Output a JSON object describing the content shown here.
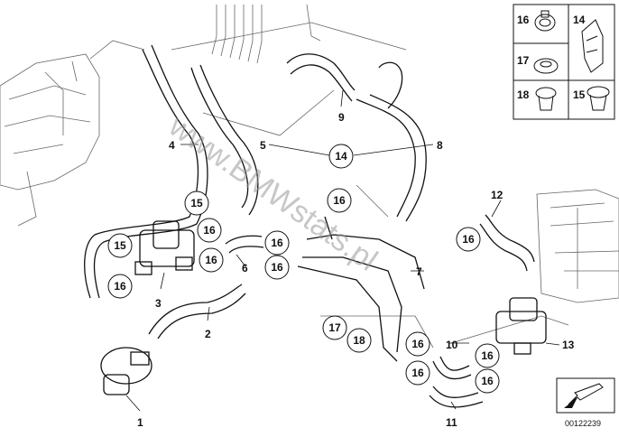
{
  "watermark": "www.BMWstats.pl",
  "document_number": "00122239",
  "labels": {
    "p1": "1",
    "p2": "2",
    "p3": "3",
    "p4": "4",
    "p5": "5",
    "p6": "6",
    "p7": "7",
    "p8": "8",
    "p9": "9",
    "p10": "10",
    "p11": "11",
    "p12": "12",
    "p13": "13"
  },
  "circled_labels": {
    "c14": "14",
    "c15a": "15",
    "c15b": "15",
    "c16a": "16",
    "c16b": "16",
    "c16c": "16",
    "c16d": "16",
    "c16e": "16",
    "c16f": "16",
    "c16g": "16",
    "c16h": "16",
    "c16i": "16",
    "c16j": "16",
    "c16k": "16",
    "c17": "17",
    "c18": "18"
  },
  "legend": {
    "cell1": "16",
    "cell2": "14",
    "cell3": "17",
    "cell4": "18",
    "cell5": "15"
  }
}
